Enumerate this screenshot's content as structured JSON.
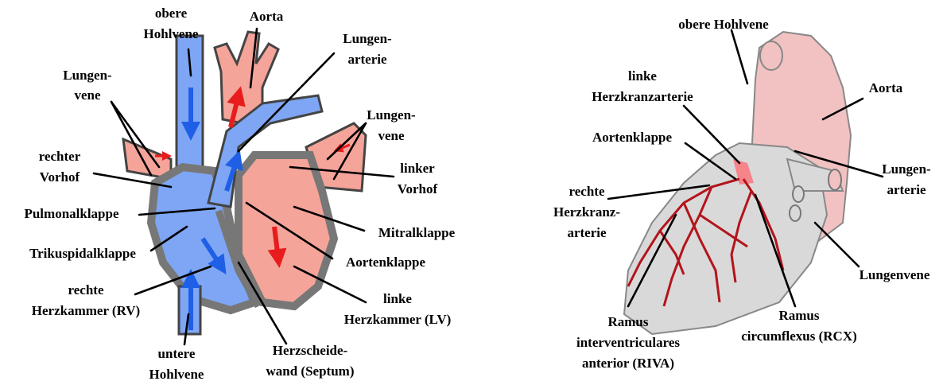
{
  "left_diagram": {
    "labels": {
      "obere_hohlvene": [
        "obere",
        "Hohlvene"
      ],
      "aorta": [
        "Aorta"
      ],
      "lungenarterie": [
        "Lungen-",
        "arterie"
      ],
      "lungenvene_left": [
        "Lungen-",
        "vene"
      ],
      "lungenvene_right": [
        "Lungen-",
        "vene"
      ],
      "rechter_vorhof": [
        "rechter",
        "Vorhof"
      ],
      "linker_vorhof": [
        "linker",
        "Vorhof"
      ],
      "pulmonalklappe": [
        "Pulmonalklappe"
      ],
      "mitralklappe": [
        "Mitralklappe"
      ],
      "trikuspidalklappe": [
        "Trikuspidalklappe"
      ],
      "aortenklappe": [
        "Aortenklappe"
      ],
      "rechte_herzkammer": [
        "rechte",
        "Herzkammer (RV)"
      ],
      "linke_herzkammer": [
        "linke",
        "Herzkammer (LV)"
      ],
      "untere_hohlvene": [
        "untere",
        "Hohlvene"
      ],
      "herzscheidewand": [
        "Herzscheide-",
        "wand (Septum)"
      ]
    }
  },
  "right_diagram": {
    "labels": {
      "obere_hohlvene": [
        "obere Hohlvene"
      ],
      "aorta": [
        "Aorta"
      ],
      "linke_herzkranzarterie": [
        "linke",
        "Herzkranzarterie"
      ],
      "aortenklappe": [
        "Aortenklappe"
      ],
      "lungenarterie": [
        "Lungen-",
        "arterie"
      ],
      "rechte_herzkranzarterie": [
        "rechte",
        "Herzkranz-",
        "arterie"
      ],
      "lungenvene": [
        "Lungenvene"
      ],
      "ramus_circumflexus": [
        "Ramus",
        "circumflexus (RCX)"
      ],
      "ramus_interventricularis": [
        "Ramus",
        "interventriculares",
        "anterior (RIVA)"
      ]
    }
  },
  "colors": {
    "venous_blue": "#7ea6f4",
    "arterial_red": "#f5a49a",
    "wall_gray": "#8c8c8c",
    "heart_gray": "#d9d9d9",
    "aorta_pink": "#f2c2c2",
    "coronary_red": "#b3141b",
    "arrow_blue": "#1f5fe6",
    "arrow_red": "#e81c1c"
  }
}
